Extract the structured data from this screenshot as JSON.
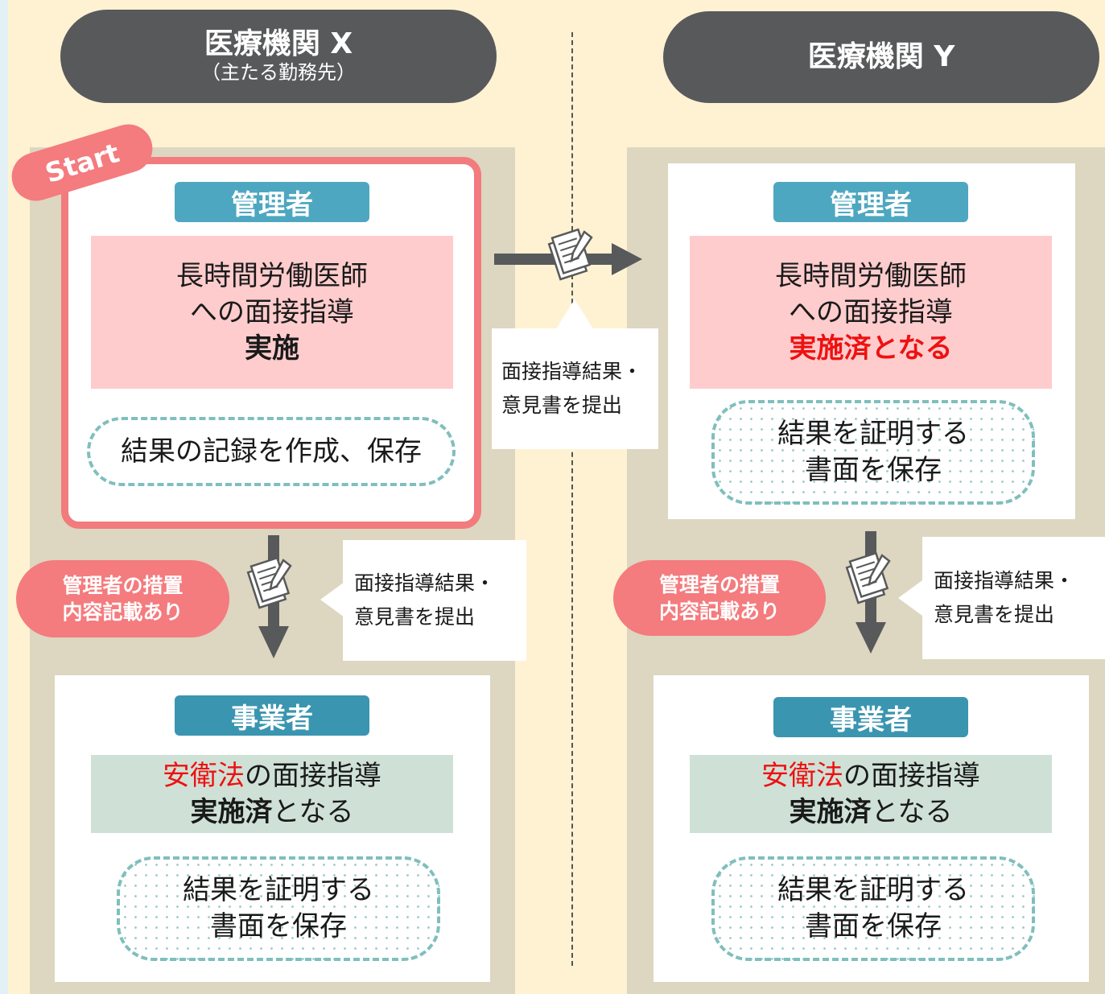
{
  "colors": {
    "background": "#fff2d3",
    "column_background": "#ddd6c0",
    "header_pill": "#58595b",
    "role_label": "#4ea7c0",
    "highlight_border": "#f27b7e",
    "pink_box": "#ffcccd",
    "green_box": "#cfe1d6",
    "emphasis_red": "#ee1111",
    "badge": "#f47b7e",
    "arrow": "#58595b",
    "note_border": "#7fbfbd"
  },
  "left": {
    "title": "医療機関 X",
    "subtitle": "（主たる勤務先）",
    "start_badge": "Start",
    "manager": {
      "role": "管理者",
      "action_line1": "長時間労働医師",
      "action_line2": "への面接指導",
      "action_line3": "実施",
      "note": "結果の記録を作成、保存"
    },
    "badge_line1": "管理者の措置",
    "badge_line2": "内容記載あり",
    "callout_line1": "面接指導結果・",
    "callout_line2": "意見書を提出",
    "employer": {
      "role": "事業者",
      "law": "安衛法",
      "law_suffix": "の面接指導",
      "done_bold": "実施済",
      "done_suffix": "となる",
      "note_line1": "結果を証明する",
      "note_line2": "書面を保存"
    }
  },
  "center": {
    "callout_line1": "面接指導結果・",
    "callout_line2": "意見書を提出"
  },
  "right": {
    "title": "医療機関 Y",
    "manager": {
      "role": "管理者",
      "action_line1": "長時間労働医師",
      "action_line2": "への面接指導",
      "action_line3": "実施済となる",
      "note_line1": "結果を証明する",
      "note_line2": "書面を保存"
    },
    "badge_line1": "管理者の措置",
    "badge_line2": "内容記載あり",
    "callout_line1": "面接指導結果・",
    "callout_line2": "意見書を提出",
    "employer": {
      "role": "事業者",
      "law": "安衛法",
      "law_suffix": "の面接指導",
      "done_bold": "実施済",
      "done_suffix": "となる",
      "note_line1": "結果を証明する",
      "note_line2": "書面を保存"
    }
  },
  "icons": {
    "document": "document-pen-icon",
    "arrow": "arrow-icon"
  }
}
